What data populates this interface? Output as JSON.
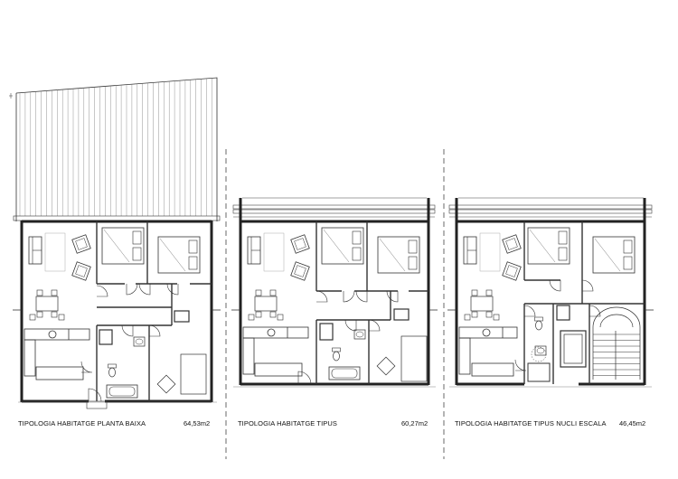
{
  "drawing": {
    "plans": [
      {
        "id": "planta-baixa",
        "caption": "TIPOLOGIA HABITATGE PLANTA BAIXA",
        "area": "64,53m2"
      },
      {
        "id": "tipus",
        "caption": "TIPOLOGIA HABITATGE TIPUS",
        "area": "60,27m2"
      },
      {
        "id": "tipus-nucli-escala",
        "caption": "TIPOLOGIA HABITATGE TIPUS NUCLI ESCALA",
        "area": "46,45m2"
      }
    ],
    "colors": {
      "ink": "#1a1a1a",
      "wall": "#2a2a2a",
      "thin": "#555555",
      "paper": "#ffffff"
    }
  }
}
